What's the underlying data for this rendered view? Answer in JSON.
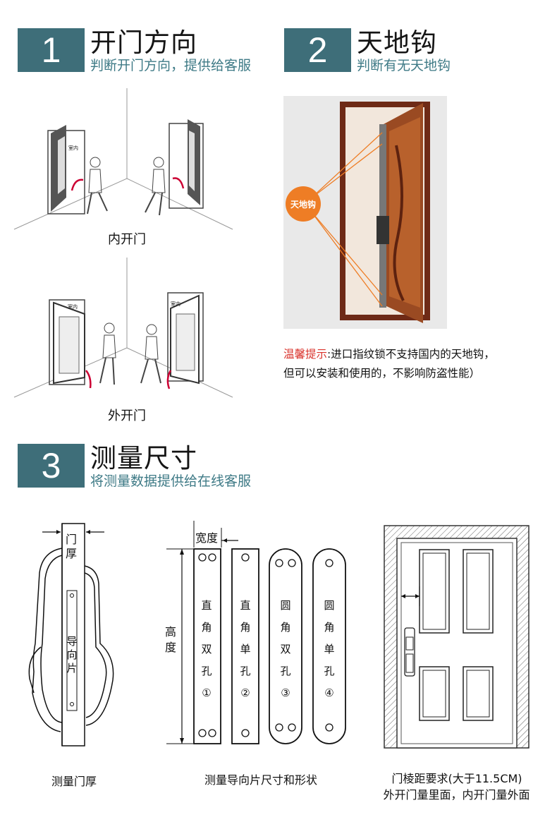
{
  "sections": [
    {
      "number": "1",
      "title": "开门方向",
      "subtitle": "判断开门方向，提供给客服"
    },
    {
      "number": "2",
      "title": "天地钩",
      "subtitle": "判断有无天地钩"
    },
    {
      "number": "3",
      "title": "测量尺寸",
      "subtitle": "将测量数据提供给在线客服"
    }
  ],
  "door_direction": {
    "inward_caption": "内开门",
    "outward_caption": "外开门",
    "room_label": "室内"
  },
  "hooks": {
    "badge": "天地钩",
    "tip_label": "温馨提示",
    "tip_text_line1": ":进口指纹锁不支持国内的天地钩，",
    "tip_text_line2": "但可以安装和使用的，不影响防盗性能）"
  },
  "measure": {
    "thickness_label_1": "门",
    "thickness_label_2": "厚",
    "guide_label": [
      "导",
      "向",
      "片"
    ],
    "thickness_caption": "测量门厚",
    "width_label": "宽度",
    "height_label": [
      "高",
      "度"
    ],
    "plates": [
      {
        "chars": [
          "直",
          "角",
          "双",
          "孔",
          "①"
        ]
      },
      {
        "chars": [
          "直",
          "角",
          "单",
          "孔",
          "②"
        ]
      },
      {
        "chars": [
          "圆",
          "角",
          "双",
          "孔",
          "③"
        ]
      },
      {
        "chars": [
          "圆",
          "角",
          "单",
          "孔",
          "④"
        ]
      }
    ],
    "plates_caption": "测量导向片尺寸和形状",
    "stile_caption_1": "门棱距要求(大于11.5CM)",
    "stile_caption_2": "外开门量里面，内开门量外面"
  },
  "colors": {
    "accent": "#3e6e79",
    "subtitle": "#3e7a86",
    "tip_red": "#d9312a",
    "badge": "#ee7d25",
    "door": "#8a3d20"
  }
}
